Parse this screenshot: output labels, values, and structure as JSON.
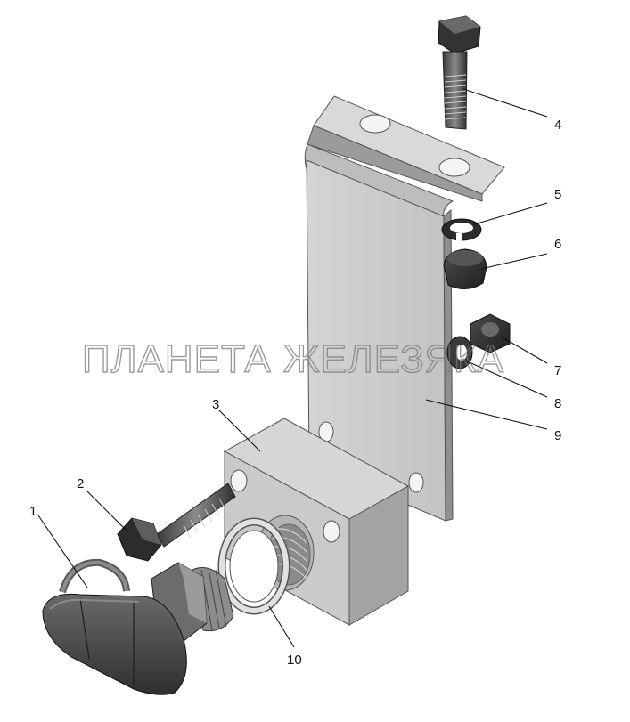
{
  "watermark": "ПЛАНЕТА ЖЕЛЕЗЯКА",
  "callouts": {
    "c1": "1",
    "c2": "2",
    "c3": "3",
    "c4": "4",
    "c5": "5",
    "c6": "6",
    "c7": "7",
    "c8": "8",
    "c9": "9",
    "c10": "10"
  },
  "colors": {
    "metal_light": "#c9c9c9",
    "metal_mid": "#a9a9a9",
    "metal_dark": "#5a5a5a",
    "handle_dark": "#4a4a4a"
  }
}
